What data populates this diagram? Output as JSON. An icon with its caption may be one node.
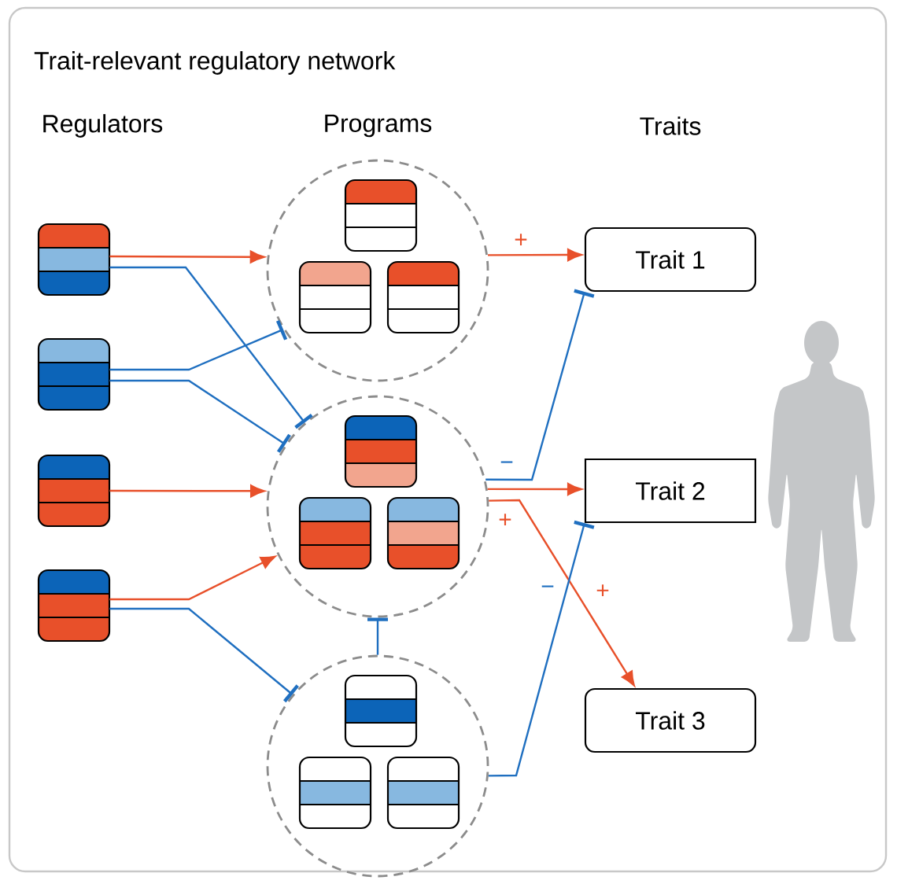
{
  "diagram": {
    "title": "Trait-relevant regulatory network",
    "nodes": [
      {
        "text": [],
        "shape": "box"
      },
      {
        "text": [],
        "shape": "box"
      },
      {
        "text": [],
        "shape": "box"
      },
      {
        "text": [],
        "shape": "box"
      },
      {
        "text": [],
        "shape": "circle"
      },
      {
        "text": [],
        "shape": "box",
        "in": 4
      },
      {
        "text": [],
        "shape": "box",
        "in": 4
      },
      {
        "text": [],
        "shape": "box",
        "in": 4
      },
      {
        "text": [],
        "shape": "circle"
      },
      {
        "text": [],
        "shape": "box",
        "in": 8
      },
      {
        "text": [],
        "shape": "box",
        "in": 8
      },
      {
        "text": [],
        "shape": "box",
        "in": 8
      },
      {
        "text": [],
        "shape": "circle"
      },
      {
        "text": [],
        "shape": "box",
        "in": 12
      },
      {
        "text": [],
        "shape": "box",
        "in": 12
      },
      {
        "text": [],
        "shape": "box",
        "in": 12
      },
      {
        "text": [
          "Trait 1"
        ]
      },
      {
        "text": [
          "Trait 2"
        ]
      },
      {
        "text": [
          "Trait 3"
        ]
      }
    ],
    "edges": [
      {
        "from": 0,
        "to": 4,
        "arrow": "to",
        "color": "#e8502a"
      },
      {
        "from": 0,
        "to": 8,
        "arrow": "other",
        "color": "#1f6fc0"
      },
      {
        "from": 1,
        "to": 4,
        "arrow": "other",
        "color": "#1f6fc0"
      },
      {
        "from": 1,
        "to": 8,
        "arrow": "other",
        "color": "#1f6fc0"
      },
      {
        "from": 2,
        "to": 8,
        "arrow": "to",
        "color": "#e8502a"
      },
      {
        "from": 3,
        "to": 8,
        "arrow": "to",
        "color": "#e8502a"
      },
      {
        "from": 3,
        "to": 12,
        "arrow": "other",
        "color": "#1f6fc0"
      },
      {
        "from": 12,
        "to": 8,
        "arrow": "other",
        "color": "#1f6fc0"
      },
      {
        "from": 4,
        "to": 16,
        "arrow": "to",
        "label": "+",
        "color": "#e8502a"
      },
      {
        "from": 8,
        "to": 16,
        "arrow": "other",
        "label": "−",
        "color": "#1f6fc0"
      },
      {
        "from": 8,
        "to": 17,
        "arrow": "to",
        "label": "+",
        "color": "#e8502a"
      },
      {
        "from": 8,
        "to": 18,
        "arrow": "to",
        "label": "+",
        "color": "#e8502a"
      },
      {
        "from": 12,
        "to": 17,
        "arrow": "other",
        "label": "−",
        "color": "#1f6fc0"
      }
    ],
    "labels": [
      "Regulators",
      "Programs",
      "Traits"
    ]
  }
}
